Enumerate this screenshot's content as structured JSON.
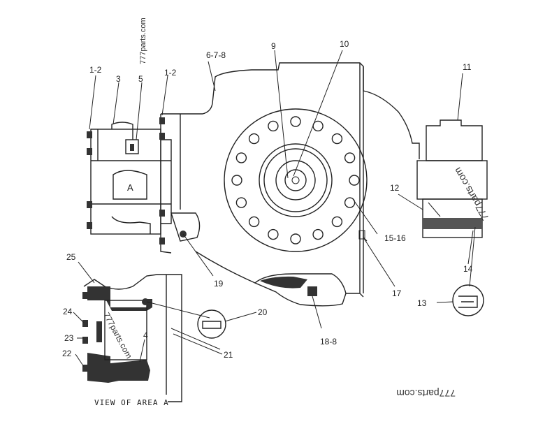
{
  "callouts": [
    {
      "id": "c-1-2-left",
      "text": "1-2"
    },
    {
      "id": "c-3",
      "text": "3"
    },
    {
      "id": "c-5",
      "text": "5"
    },
    {
      "id": "c-1-2-right",
      "text": "1-2"
    },
    {
      "id": "c-6-7-8",
      "text": "6-7-8"
    },
    {
      "id": "c-9",
      "text": "9"
    },
    {
      "id": "c-10",
      "text": "10"
    },
    {
      "id": "c-11",
      "text": "11"
    },
    {
      "id": "c-12",
      "text": "12"
    },
    {
      "id": "c-15-16",
      "text": "15-16"
    },
    {
      "id": "c-14",
      "text": "14"
    },
    {
      "id": "c-13",
      "text": "13"
    },
    {
      "id": "c-17",
      "text": "17"
    },
    {
      "id": "c-19",
      "text": "19"
    },
    {
      "id": "c-25",
      "text": "25"
    },
    {
      "id": "c-20",
      "text": "20"
    },
    {
      "id": "c-24",
      "text": "24"
    },
    {
      "id": "c-4",
      "text": "4"
    },
    {
      "id": "c-23",
      "text": "23"
    },
    {
      "id": "c-22",
      "text": "22"
    },
    {
      "id": "c-21",
      "text": "21"
    },
    {
      "id": "c-18-8",
      "text": "18-8"
    }
  ],
  "area_marker": "A",
  "caption": "VIEW OF AREA A",
  "watermarks": {
    "top_vertical": "777parts.com",
    "right_rotated": "777parts.com",
    "mid_rotated": "777parts.com",
    "bottom_inverted": "777parts.com"
  }
}
